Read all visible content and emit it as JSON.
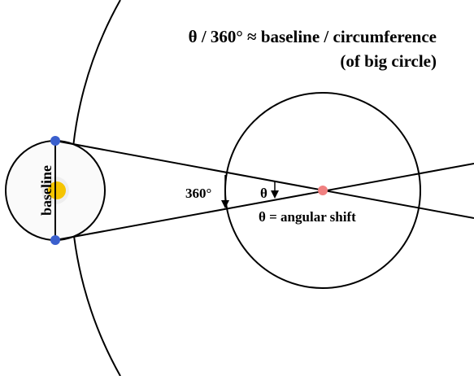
{
  "title": {
    "line1": "θ / 360° ≈ baseline / circumference",
    "line2": "(of big circle)"
  },
  "labels": {
    "baseline": "baseline",
    "full_angle": "360°",
    "theta": "θ",
    "theta_def": "θ = angular shift"
  },
  "colors": {
    "stroke": "#000000",
    "sun": "#f5c400",
    "sun_halo": "#f0f0f0",
    "observer_point": "#3a5fcd",
    "star_point": "#f08080"
  }
}
